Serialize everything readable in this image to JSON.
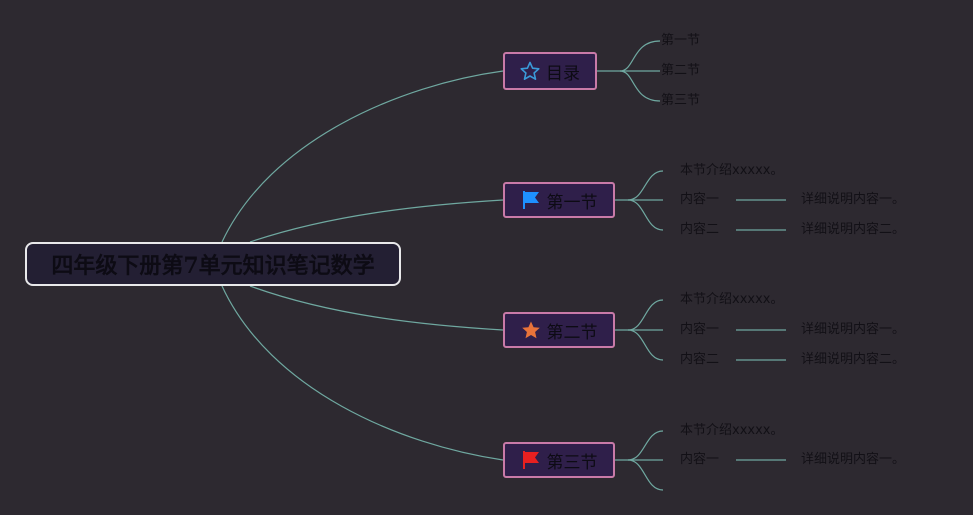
{
  "root": {
    "title": "四年级下册第7单元知识笔记数学"
  },
  "branches": [
    {
      "label": "目录",
      "icon": "star-outline-icon",
      "icon_color": "#3a9ad9",
      "children": [
        "第一节",
        "第二节",
        "第三节"
      ]
    },
    {
      "label": "第一节",
      "icon": "flag-icon",
      "icon_color": "#1e90ff",
      "intro": "本节介绍xxxxx。",
      "items": [
        {
          "label": "内容一",
          "detail": "详细说明内容一。"
        },
        {
          "label": "内容二",
          "detail": "详细说明内容二。"
        }
      ]
    },
    {
      "label": "第二节",
      "icon": "star-icon",
      "icon_color": "#e8733a",
      "intro": "本节介绍xxxxx。",
      "items": [
        {
          "label": "内容一",
          "detail": "详细说明内容一。"
        },
        {
          "label": "内容二",
          "detail": "详细说明内容二。"
        }
      ]
    },
    {
      "label": "第三节",
      "icon": "flag-icon",
      "icon_color": "#e82020",
      "intro": "本节介绍xxxxx。",
      "items": [
        {
          "label": "内容一",
          "detail": "详细说明内容一。"
        }
      ]
    }
  ],
  "colors": {
    "background": "#2d2930",
    "connector": "#6fa8a0",
    "branch_border": "#c97aa8"
  }
}
